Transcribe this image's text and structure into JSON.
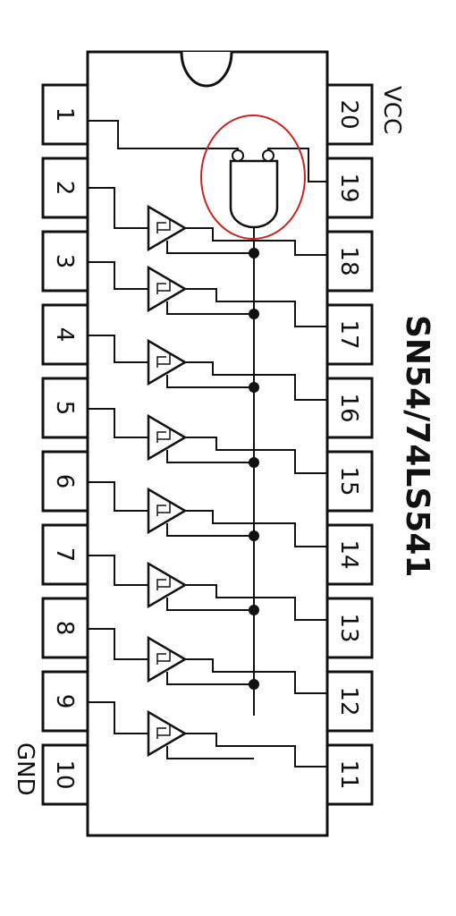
{
  "chip": {
    "part_number": "SN54/74LS541",
    "power_label": "VCC",
    "ground_label": "GND"
  },
  "pins_left": [
    "1",
    "2",
    "3",
    "4",
    "5",
    "6",
    "7",
    "8",
    "9",
    "10"
  ],
  "pins_right": [
    "20",
    "19",
    "18",
    "17",
    "16",
    "15",
    "14",
    "13",
    "12",
    "11"
  ],
  "colors": {
    "ink": "#111111",
    "highlight": "#cc2222"
  },
  "icons": {
    "buffer": "buffer-triangle-icon",
    "enable_gate": "and-gate-icon",
    "junction": "junction-dot-icon"
  }
}
